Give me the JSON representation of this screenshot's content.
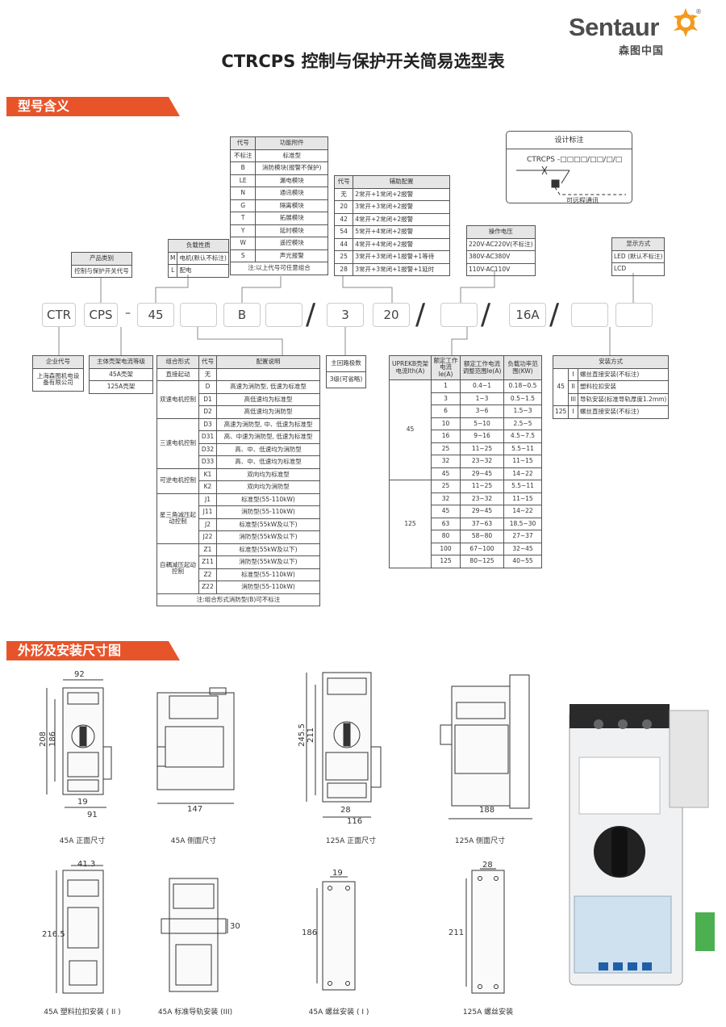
{
  "brand": {
    "name": "Sentaur",
    "cn": "森图中国",
    "reg": "®"
  },
  "title": "CTRCPS 控制与保护开关简易选型表",
  "sections": {
    "model": "型号含义",
    "dims": "外形及安装尺寸图"
  },
  "colors": {
    "accent": "#e8542a",
    "logo_orange": "#f39a1e"
  },
  "code_boxes": [
    "CTR",
    "CPS",
    "45",
    "",
    "B",
    "",
    "3",
    "20",
    "",
    "16A",
    "",
    ""
  ],
  "dash": "–",
  "slash": "/",
  "product_type": {
    "h": "产品类别",
    "v": "控制与保护开关代号"
  },
  "load_type": {
    "h": "负载性质",
    "rows": [
      [
        "M",
        "电机(默认不标注)"
      ],
      [
        "L",
        "配电"
      ]
    ]
  },
  "func": {
    "h1": "代号",
    "h2": "功能附件",
    "rows": [
      [
        "不标注",
        "标准型"
      ],
      [
        "B",
        "消防模块(报警不保护)"
      ],
      [
        "LE",
        "漏电模块"
      ],
      [
        "N",
        "通讯模块"
      ],
      [
        "G",
        "隔离模块"
      ],
      [
        "T",
        "拓展模块"
      ],
      [
        "Y",
        "延时模块"
      ],
      [
        "W",
        "遥控模块"
      ],
      [
        "S",
        "声光报警"
      ]
    ],
    "note": "注:以上代号可任意组合"
  },
  "aux": {
    "h1": "代号",
    "h2": "辅助配置",
    "rows": [
      [
        "无",
        "2常开+1常闭+2报警"
      ],
      [
        "20",
        "3常开+3常闭+2报警"
      ],
      [
        "42",
        "4常开+2常闭+2报警"
      ],
      [
        "54",
        "5常开+4常闭+2报警"
      ],
      [
        "44",
        "4常开+4常闭+2报警"
      ],
      [
        "25",
        "3常开+3常闭+1报警+1等待"
      ],
      [
        "28",
        "3常开+3常闭+1报警+1延时"
      ]
    ]
  },
  "design": {
    "h": "设计标注",
    "code": "CTRCPS -□□□□/□□/□/□",
    "remote": "可远程通讯"
  },
  "voltage": {
    "h": "操作电压",
    "rows": [
      "220V-AC220V(不标注)",
      "380V-AC380V",
      "110V-AC110V"
    ]
  },
  "display": {
    "h": "显示方式",
    "rows": [
      "LED (默认不标注)",
      "LCD"
    ]
  },
  "enterprise": {
    "h": "企业代号",
    "v": "上海森图机电设备有限公司"
  },
  "frame": {
    "h": "主体壳架电流等级",
    "rows": [
      "45A壳架",
      "125A壳架"
    ]
  },
  "combo": {
    "h1": "组合形式",
    "h2": "代号",
    "h3": "配置说明",
    "groups": [
      {
        "g": "直接起动",
        "rows": [
          [
            "无",
            ""
          ]
        ]
      },
      {
        "g": "双速电机控制",
        "rows": [
          [
            "D",
            "高速为消防型, 低速为标准型"
          ],
          [
            "D1",
            "高低速均为标准型"
          ],
          [
            "D2",
            "高低速均为消防型"
          ]
        ]
      },
      {
        "g": "三速电机控制",
        "rows": [
          [
            "D3",
            "高速为消防型, 中、低速为标准型"
          ],
          [
            "D31",
            "高、中速为消防型, 低速为标准型"
          ],
          [
            "D32",
            "高、中、低速均为消防型"
          ],
          [
            "D33",
            "高、中、低速均为标准型"
          ]
        ]
      },
      {
        "g": "可逆电机控制",
        "rows": [
          [
            "K1",
            "双向均为标准型"
          ],
          [
            "K2",
            "双向均为消防型"
          ]
        ]
      },
      {
        "g": "星三角减压起动控制",
        "rows": [
          [
            "J1",
            "标准型(55-110kW)"
          ],
          [
            "J11",
            "消防型(55-110kW)"
          ],
          [
            "J2",
            "标准型(55kW及以下)"
          ],
          [
            "J22",
            "消防型(55kW及以下)"
          ]
        ]
      },
      {
        "g": "自耦减压起动控制",
        "rows": [
          [
            "Z1",
            "标准型(55kW及以下)"
          ],
          [
            "Z11",
            "消防型(55kW及以下)"
          ],
          [
            "Z2",
            "标准型(55-110kW)"
          ],
          [
            "Z22",
            "消防型(55-110kW)"
          ]
        ]
      }
    ],
    "note": "注:组合形式消防型(B)可不标注"
  },
  "poles": {
    "h": "主回路极数",
    "v": "3级(可省略)"
  },
  "current": {
    "h1": "UPREKB壳架电流Ith(A)",
    "h2": "额定工作电流Ie(A)",
    "h3": "额定工作电流调整范围Ie(A)",
    "h4": "负载功率范围(KW)",
    "groups": [
      {
        "frame": "45",
        "rows": [
          [
            "1",
            "0.4~1",
            "0.18~0.5"
          ],
          [
            "3",
            "1~3",
            "0.5~1.5"
          ],
          [
            "6",
            "3~6",
            "1.5~3"
          ],
          [
            "10",
            "5~10",
            "2.5~5"
          ],
          [
            "16",
            "9~16",
            "4.5~7.5"
          ],
          [
            "25",
            "11~25",
            "5.5~11"
          ],
          [
            "32",
            "23~32",
            "11~15"
          ],
          [
            "45",
            "29~45",
            "14~22"
          ]
        ]
      },
      {
        "frame": "125",
        "rows": [
          [
            "25",
            "11~25",
            "5.5~11"
          ],
          [
            "32",
            "23~32",
            "11~15"
          ],
          [
            "45",
            "29~45",
            "14~22"
          ],
          [
            "63",
            "37~63",
            "18.5~30"
          ],
          [
            "80",
            "58~80",
            "27~37"
          ],
          [
            "100",
            "67~100",
            "32~45"
          ],
          [
            "125",
            "80~125",
            "40~55"
          ]
        ]
      }
    ]
  },
  "install": {
    "h": "安装方式",
    "rows": [
      [
        "45",
        "I",
        "螺丝直接安装(不标注)"
      ],
      [
        "",
        "II",
        "塑料拉扣安装"
      ],
      [
        "",
        "III",
        "导轨安装(标准导轨厚度1.2mm)"
      ],
      [
        "125",
        "I",
        "螺丝直接安装(不标注)"
      ]
    ]
  },
  "drawings": [
    {
      "cap": "45A 正面尺寸",
      "dims": [
        "92",
        "208",
        "186",
        "19",
        "91"
      ]
    },
    {
      "cap": "45A 侧面尺寸",
      "dims": [
        "147"
      ]
    },
    {
      "cap": "125A 正面尺寸",
      "dims": [
        "245.5",
        "211",
        "28",
        "116"
      ]
    },
    {
      "cap": "125A 侧面尺寸",
      "dims": [
        "188"
      ]
    },
    {
      "cap": "45A 塑料拉扣安装 ( II )",
      "dims": [
        "41.3",
        "216.5"
      ]
    },
    {
      "cap": "45A 标准导轨安装 (III)",
      "dims": [
        "30"
      ]
    },
    {
      "cap": "45A 螺丝安装 ( I )",
      "dims": [
        "19",
        "186"
      ]
    },
    {
      "cap": "125A 螺丝安装",
      "dims": [
        "28",
        "211"
      ]
    }
  ]
}
